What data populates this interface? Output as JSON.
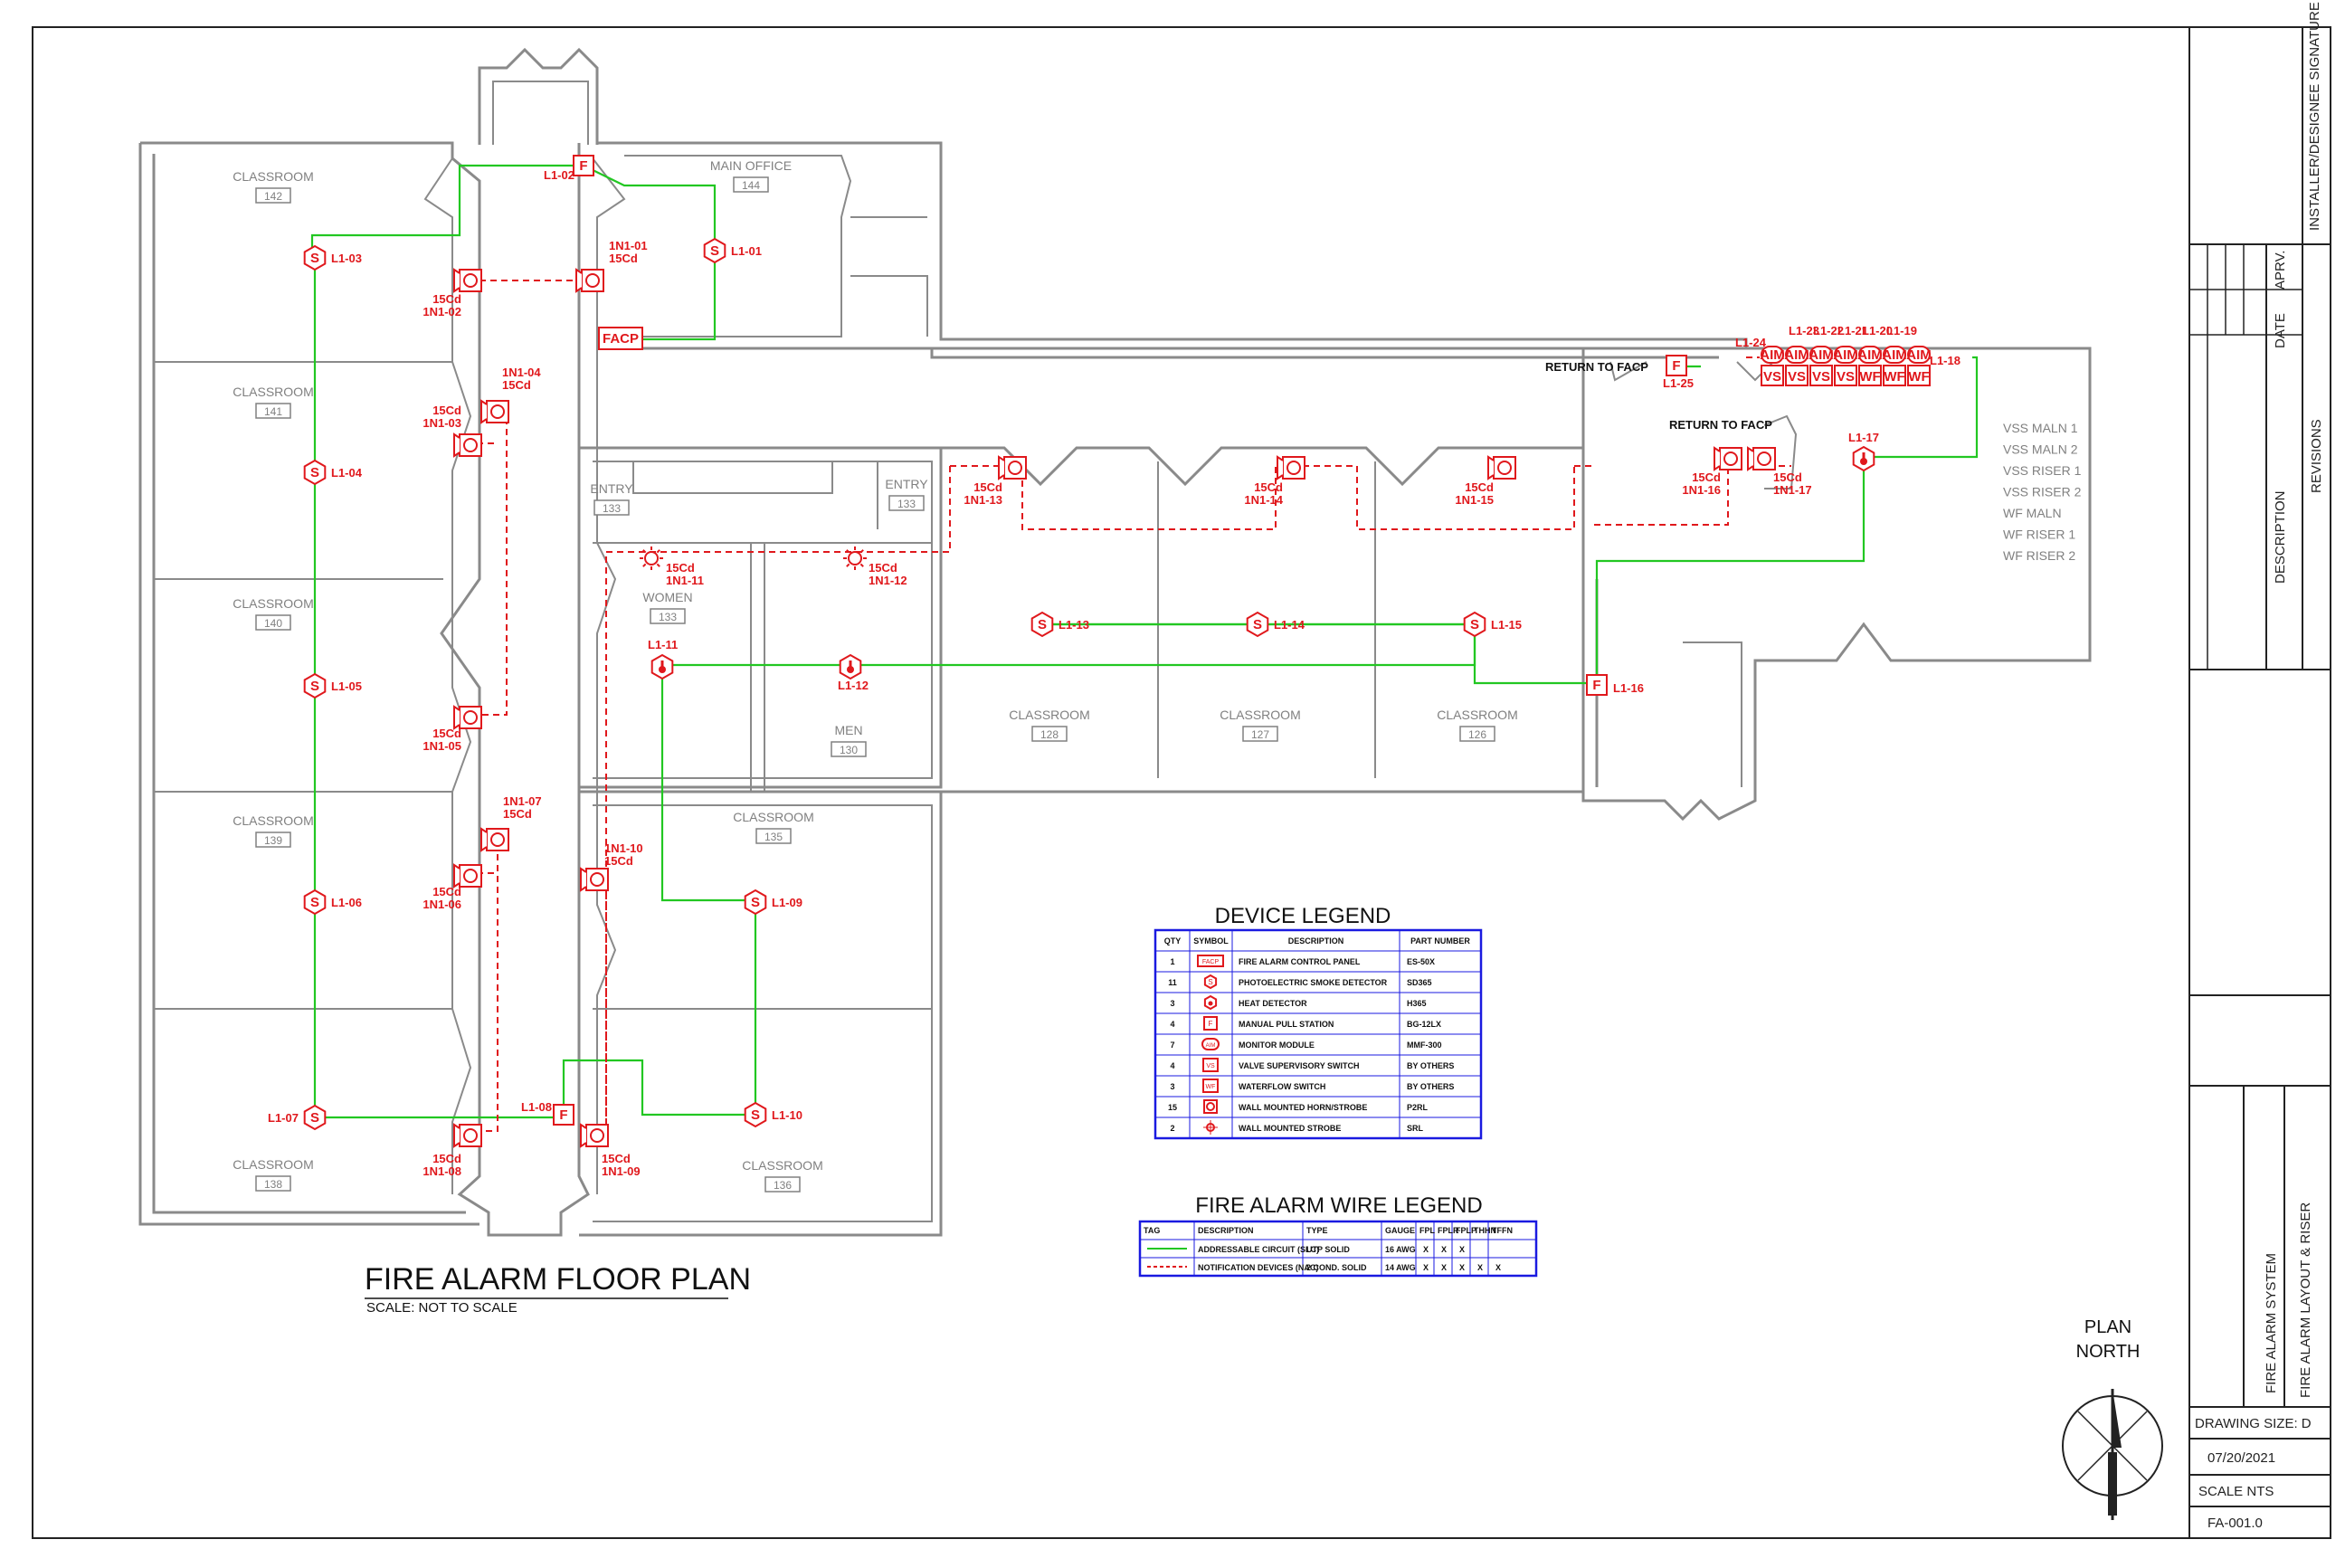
{
  "drawing": {
    "plan_title": "FIRE ALARM FLOOR PLAN",
    "plan_scale": "SCALE: NOT TO SCALE",
    "return_label_1": "RETURN TO FACP",
    "return_label_2": "RETURN TO FACP",
    "north_line1": "PLAN",
    "north_line2": "NORTH"
  },
  "rooms": [
    {
      "name": "CLASSROOM",
      "number": "142"
    },
    {
      "name": "MAIN OFFICE",
      "number": "144"
    },
    {
      "name": "CLASSROOM",
      "number": "141"
    },
    {
      "name": "CLASSROOM",
      "number": "140"
    },
    {
      "name": "CLASSROOM",
      "number": "139"
    },
    {
      "name": "CLASSROOM",
      "number": "138"
    },
    {
      "name": "ENTRY",
      "number": "133"
    },
    {
      "name": "ENTRY",
      "number": "133"
    },
    {
      "name": "WOMEN",
      "number": "133"
    },
    {
      "name": "MEN",
      "number": "130"
    },
    {
      "name": "CLASSROOM",
      "number": "135"
    },
    {
      "name": "CLASSROOM",
      "number": "136"
    },
    {
      "name": "CLASSROOM",
      "number": "128"
    },
    {
      "name": "CLASSROOM",
      "number": "127"
    },
    {
      "name": "CLASSROOM",
      "number": "126"
    }
  ],
  "smoke_detectors": [
    "L1-01",
    "L1-03",
    "L1-04",
    "L1-05",
    "L1-06",
    "L1-07",
    "L1-09",
    "L1-10",
    "L1-13",
    "L1-14",
    "L1-15"
  ],
  "heat_detectors": [
    "L1-11",
    "L1-12",
    "L1-17"
  ],
  "pull_stations": [
    "L1-02",
    "L1-08",
    "L1-16",
    "L1-25"
  ],
  "panel_label": "FACP",
  "horn_strobes": [
    {
      "circuit": "1N1-01",
      "cd": "15Cd"
    },
    {
      "circuit": "1N1-02",
      "cd": "15Cd"
    },
    {
      "circuit": "1N1-03",
      "cd": "15Cd"
    },
    {
      "circuit": "1N1-05",
      "cd": "15Cd"
    },
    {
      "circuit": "1N1-06",
      "cd": "15Cd"
    },
    {
      "circuit": "1N1-08",
      "cd": "15Cd"
    },
    {
      "circuit": "1N1-09",
      "cd": "15Cd"
    },
    {
      "circuit": "1N1-10",
      "cd": "15Cd"
    },
    {
      "circuit": "1N1-13",
      "cd": "15Cd"
    },
    {
      "circuit": "1N1-14",
      "cd": "15Cd"
    },
    {
      "circuit": "1N1-15",
      "cd": "15Cd"
    },
    {
      "circuit": "1N1-16",
      "cd": "15Cd"
    },
    {
      "circuit": "1N1-17",
      "cd": "15Cd"
    },
    {
      "circuit": "1N1-04",
      "cd": "15Cd"
    },
    {
      "circuit": "1N1-07",
      "cd": "15Cd"
    }
  ],
  "strobes": [
    {
      "circuit": "1N1-11",
      "cd": "15Cd"
    },
    {
      "circuit": "1N1-12",
      "cd": "15Cd"
    }
  ],
  "aim_modules": {
    "labels": [
      "L1-24",
      "L1-23",
      "L1-22",
      "L1-21",
      "L1-20",
      "L1-19",
      "L1-18"
    ],
    "text": "AIM",
    "bottom": [
      "VS",
      "VS",
      "VS",
      "VS",
      "WF",
      "WF",
      "WF"
    ]
  },
  "riser_list": [
    "VSS MALN 1",
    "VSS MALN 2",
    "VSS RISER 1",
    "VSS RISER 2",
    "WF MALN",
    "WF RISER 1",
    "WF RISER 2"
  ],
  "device_legend": {
    "title": "DEVICE LEGEND",
    "headers": [
      "QTY",
      "SYMBOL",
      "DESCRIPTION",
      "PART NUMBER"
    ],
    "rows": [
      {
        "qty": "1",
        "symbol": "FACP",
        "desc": "FIRE ALARM CONTROL PANEL",
        "part": "ES-50X"
      },
      {
        "qty": "11",
        "symbol": "S",
        "desc": "PHOTOELECTRIC SMOKE DETECTOR",
        "part": "SD365"
      },
      {
        "qty": "3",
        "symbol": "H",
        "desc": "HEAT DETECTOR",
        "part": "H365"
      },
      {
        "qty": "4",
        "symbol": "F",
        "desc": "MANUAL PULL STATION",
        "part": "BG-12LX"
      },
      {
        "qty": "7",
        "symbol": "AIM",
        "desc": "MONITOR MODULE",
        "part": "MMF-300"
      },
      {
        "qty": "4",
        "symbol": "VS",
        "desc": "VALVE SUPERVISORY SWITCH",
        "part": "BY OTHERS"
      },
      {
        "qty": "3",
        "symbol": "WF",
        "desc": "WATERFLOW SWITCH",
        "part": "BY OTHERS"
      },
      {
        "qty": "15",
        "symbol": "HS",
        "desc": "WALL MOUNTED HORN/STROBE",
        "part": "P2RL"
      },
      {
        "qty": "2",
        "symbol": "ST",
        "desc": "WALL MOUNTED STROBE",
        "part": "SRL"
      }
    ]
  },
  "wire_legend": {
    "title": "FIRE ALARM WIRE LEGEND",
    "headers": [
      "TAG",
      "DESCRIPTION",
      "TYPE",
      "GAUGE",
      "FPL",
      "FPLR",
      "FPLP",
      "THHN",
      "TFFN"
    ],
    "rows": [
      {
        "desc": "ADDRESSABLE CIRCUIT (SLC)",
        "type": "UTP SOLID",
        "gauge": "16 AWG",
        "marks": [
          "X",
          "X",
          "X",
          "",
          ""
        ]
      },
      {
        "desc": "NOTIFICATION DEVICES (NAC)",
        "type": "2 COND. SOLID",
        "gauge": "14 AWG",
        "marks": [
          "X",
          "X",
          "X",
          "X",
          "X"
        ]
      }
    ]
  },
  "title_block": {
    "sig_header": "INSTALLER/DESIGNEE SIGNATURE",
    "aprv": "APRV.",
    "date": "DATE",
    "description": "DESCRIPTION",
    "revisions": "REVISIONS",
    "system_title": "FIRE ALARM SYSTEM",
    "subtitle": "FIRE ALARM LAYOUT & RISER",
    "drawing_size": "DRAWING SIZE: D",
    "date_value": "07/20/2021",
    "scale": "SCALE NTS",
    "sheet_number": "FA-001.0"
  },
  "colors": {
    "slc_wire": "#22c722",
    "nac_wire": "#e0181c",
    "device": "#e0181c",
    "walls": "#8a8a8a",
    "legend_border": "#1a1ae0"
  }
}
